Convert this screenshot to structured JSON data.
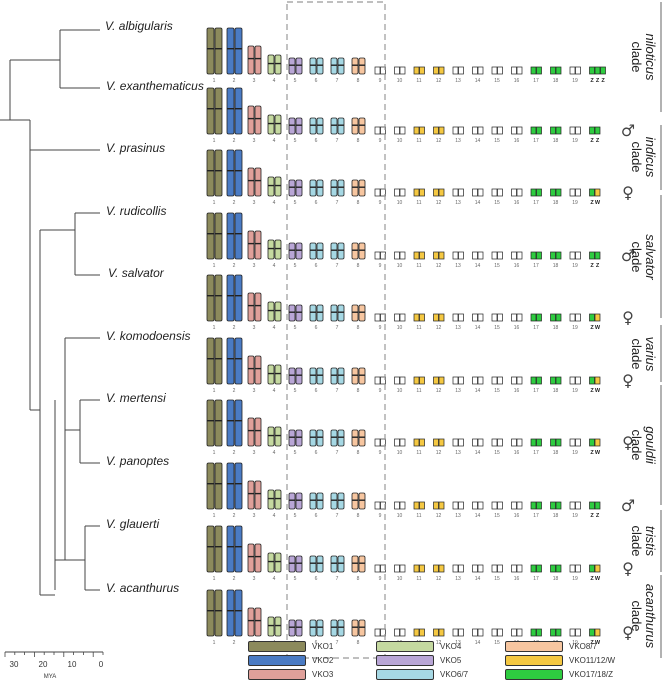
{
  "species": [
    {
      "name": "V. albigularis",
      "sex": "",
      "sex_chroms": [
        "Z",
        "Z",
        "Z"
      ]
    },
    {
      "name": "V. exanthematicus",
      "sex": "♂",
      "sex_chroms": [
        "Z",
        "Z"
      ]
    },
    {
      "name": "V. prasinus",
      "sex": "♀",
      "sex_chroms": [
        "Z",
        "W"
      ]
    },
    {
      "name": "V. rudicollis",
      "sex": "♂",
      "sex_chroms": [
        "Z",
        "Z"
      ]
    },
    {
      "name": "V. salvator",
      "sex": "♀",
      "sex_chroms": [
        "Z",
        "W"
      ]
    },
    {
      "name": "V. komodoensis",
      "sex": "♀",
      "sex_chroms": [
        "Z",
        "W"
      ]
    },
    {
      "name": "V. mertensi",
      "sex": "♀",
      "sex_chroms": [
        "Z",
        "W"
      ]
    },
    {
      "name": "V. panoptes",
      "sex": "♂",
      "sex_chroms": [
        "Z",
        "Z"
      ]
    },
    {
      "name": "V. glauerti",
      "sex": "♀",
      "sex_chroms": [
        "Z",
        "W"
      ]
    },
    {
      "name": "V. acanthurus",
      "sex": "♀",
      "sex_chroms": [
        "Z",
        "W"
      ]
    }
  ],
  "clades": [
    {
      "italic": "niloticus",
      "word": "clade"
    },
    {
      "italic": "indicus",
      "word": "clade"
    },
    {
      "italic": "salvator",
      "word": "clade"
    },
    {
      "italic": "varius",
      "word": "clade"
    },
    {
      "italic": "gouldii",
      "word": "clade"
    },
    {
      "italic": "tristis",
      "word": "clade"
    },
    {
      "italic": "acanthurus",
      "word": "clade"
    }
  ],
  "chromosome_numbers": [
    "1",
    "2",
    "3",
    "4",
    "5",
    "6",
    "7",
    "8",
    "9",
    "10",
    "11",
    "12",
    "13",
    "14",
    "15",
    "16",
    "17",
    "18",
    "19"
  ],
  "axis": {
    "label": "MYA",
    "ticks": [
      "30",
      "20",
      "10",
      "0"
    ]
  },
  "legend": [
    {
      "label": "VKO1",
      "color": "#8c8a5c"
    },
    {
      "label": "VKO2",
      "color": "#4a7bc4"
    },
    {
      "label": "VKO3",
      "color": "#e0a09a"
    },
    {
      "label": "VKO4",
      "color": "#c5d9a0"
    },
    {
      "label": "VKO5",
      "color": "#b9a6d6"
    },
    {
      "label": "VKO6/7",
      "color": "#a6d8e4"
    },
    {
      "label": "VKO8/7",
      "color": "#f7c6a0"
    },
    {
      "label": "VKO11/12/W",
      "color": "#f5c842"
    },
    {
      "label": "VKO17/18/Z",
      "color": "#2ecc40"
    }
  ],
  "colors": {
    "c1": "#8c8a5c",
    "c2": "#4a7bc4",
    "c3": "#e0a09a",
    "c4": "#c5d9a0",
    "c5": "#b9a6d6",
    "c67": "#a6d8e4",
    "c87": "#f7c6a0",
    "yellow": "#f5c842",
    "green": "#2ecc40"
  }
}
